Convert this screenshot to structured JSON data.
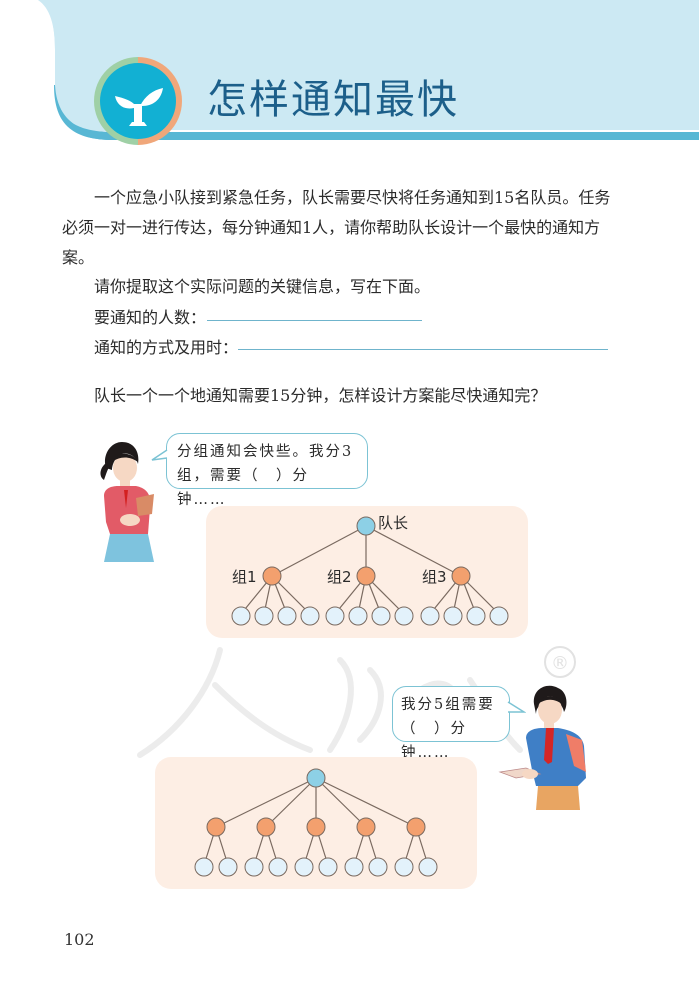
{
  "header": {
    "title": "怎样通知最快",
    "badge_icon": "sprout-icon",
    "colors": {
      "band": "#cce9f3",
      "title": "#1c5f8a",
      "badge": "#12b0d3",
      "ring_left": "#9fd0a6",
      "ring_right": "#f0a77a",
      "underline": "#58b7d4"
    }
  },
  "intro": {
    "paragraph": "一个应急小队接到紧急任务，队长需要尽快将任务通知到15名队员。任务必须一对一进行传达，每分钟通知1人，请你帮助队长设计一个最快的通知方案。",
    "prompt": "请你提取这个实际问题的关键信息，写在下面。",
    "field_people_label": "要通知的人数：",
    "field_people_value": "",
    "field_method_label": "通知的方式及用时：",
    "field_method_value": ""
  },
  "question": "队长一个一个地通知需要15分钟，怎样设计方案能尽快通知完？",
  "girl_bubble": {
    "line1": "分组通知会快些。我分3",
    "line2": "组，需要（　）分钟……"
  },
  "tree1": {
    "root_label": "队长",
    "groups": [
      "组1",
      "组2",
      "组3"
    ],
    "members_per_group": 4,
    "colors": {
      "root": "#8dd0e6",
      "group": "#f3a06e",
      "member": "#e3f2fb",
      "stroke": "#7a6a60",
      "panel": "#fdeee4"
    }
  },
  "boy_bubble": {
    "line1": "我分5组需要",
    "line2": "（　）分钟……"
  },
  "tree2": {
    "root_label": "",
    "group_count": 5,
    "members_per_group": 2
  },
  "footer": {
    "page_number": "102"
  },
  "watermark": {
    "text": "人教版",
    "mark": "®"
  }
}
